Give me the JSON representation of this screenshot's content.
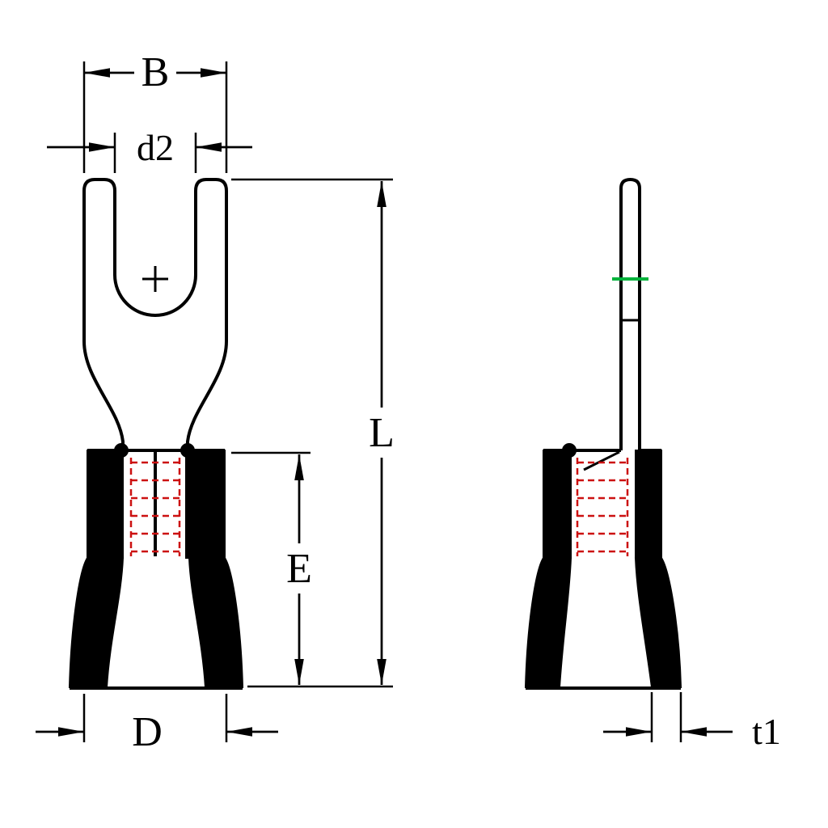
{
  "drawing": {
    "type": "technical-drawing",
    "subject": "insulated fork crimp terminal, two orthographic views",
    "colors": {
      "outline": "#000000",
      "conductor_hatch": "#cc1111",
      "strip_line": "#00b33c",
      "background": "#ffffff"
    },
    "views": {
      "front": "front-view-fork-terminal",
      "side": "side-view-fork-terminal"
    },
    "dimension_labels": {
      "B": "B",
      "d2": "d2",
      "L": "L",
      "E": "E",
      "D": "D",
      "t1": "t1"
    }
  }
}
